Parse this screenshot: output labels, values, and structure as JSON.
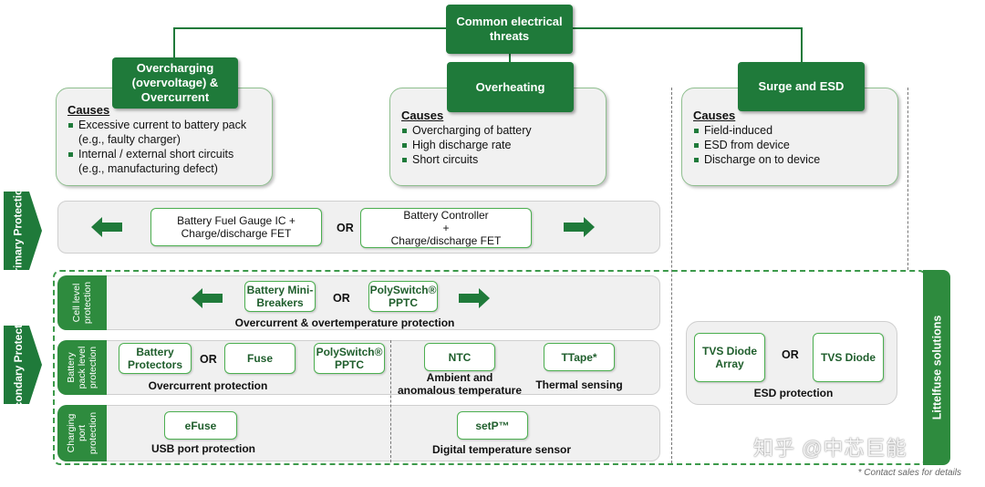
{
  "top": {
    "common": "Common electrical threats",
    "overcharging": "Overcharging (overvoltage) & Overcurrent",
    "overheating": "Overheating",
    "surge": "Surge and ESD"
  },
  "causes": {
    "title": "Causes",
    "overcharging": [
      "Excessive current to battery pack",
      "(e.g., faulty charger)",
      "Internal / external short circuits",
      "(e.g., manufacturing defect)"
    ],
    "overheating": [
      "Overcharging of battery",
      "High discharge rate",
      "Short circuits"
    ],
    "surge": [
      "Field-induced",
      "ESD from device",
      "Discharge on to device"
    ]
  },
  "primary": {
    "side": "Primary Protection",
    "box1": "Battery Fuel Gauge IC + Charge/discharge FET",
    "box2_l1": "Battery Controller",
    "box2_l2": "+",
    "box2_l3": "Charge/discharge FET",
    "or": "OR"
  },
  "secondary": {
    "side": "Secondary Protection",
    "cell": {
      "side": "Cell level protection",
      "box1": "Battery Mini-Breakers",
      "box2": "PolySwitch® PPTC",
      "or": "OR",
      "label": "Overcurrent & overtemperature protection"
    },
    "pack": {
      "side": "Battery pack level protection",
      "box1": "Battery Protectors",
      "box2": "Fuse",
      "box3": "PolySwitch® PPTC",
      "or": "OR",
      "label": "Overcurrent protection",
      "ntc": "NTC",
      "ntc_label_l1": "Ambient and",
      "ntc_label_l2": "anomalous temperature",
      "ttape": "TTape*",
      "ttape_label": "Thermal sensing"
    },
    "port": {
      "side": "Charging port protection",
      "efuse": "eFuse",
      "efuse_label": "USB port protection",
      "setp": "setP™",
      "setp_label": "Digital temperature sensor"
    }
  },
  "esd": {
    "box1": "TVS Diode Array",
    "box2": "TVS Diode",
    "or": "OR",
    "label": "ESD protection"
  },
  "littelfuse": "Littelfuse solutions",
  "watermark": "知乎 @中芯巨能",
  "footnote": "* Contact sales for details",
  "colors": {
    "green": "#1f7a3a",
    "light_green": "#4caf50",
    "panel": "#f0f0f0"
  }
}
